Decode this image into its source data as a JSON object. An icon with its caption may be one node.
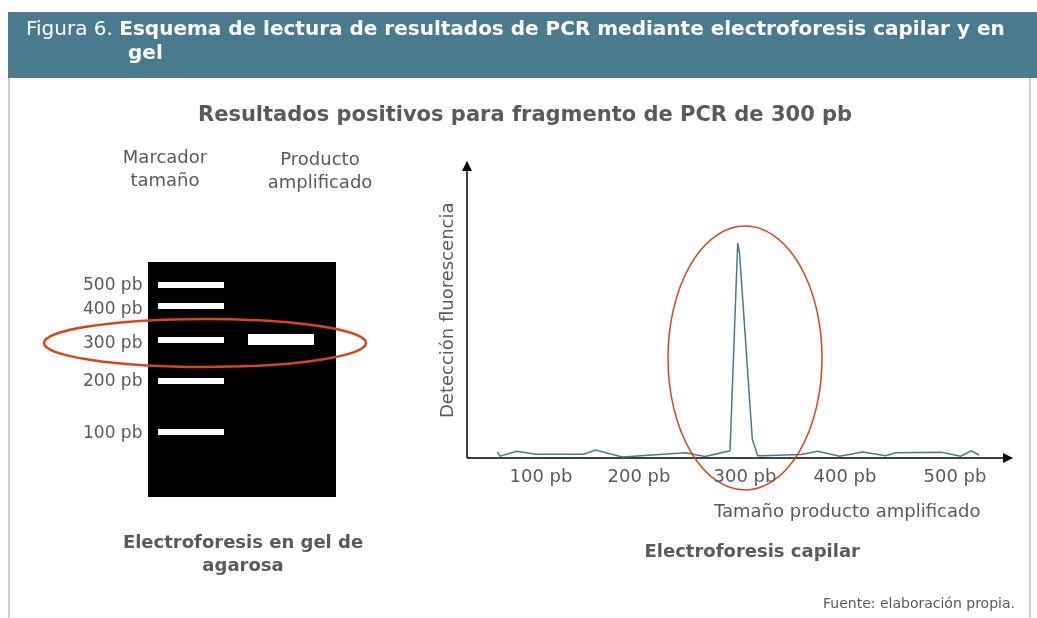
{
  "diagram": {
    "title": "Figura 6. **Esquema de lectura de resultados de PCR mediante electroforesis capilar y en gel**",
    "caption": "Fuente: elaboración propia.",
    "labels": [
      "Resultados positivos para fragmento de PCR de 300 pb",
      "Marcador tamaño",
      "Producto amplificado",
      "500 pb",
      "400 pb",
      "300 pb",
      "200 pb",
      "100 pb",
      "Detección fluorescencia",
      "100 pb",
      "200 pb",
      "300 pb",
      "400 pb",
      "500 pb",
      "Tamaño producto amplificado",
      "Electroforesis en gel de agarosa",
      "Electroforesis capilar"
    ]
  }
}
